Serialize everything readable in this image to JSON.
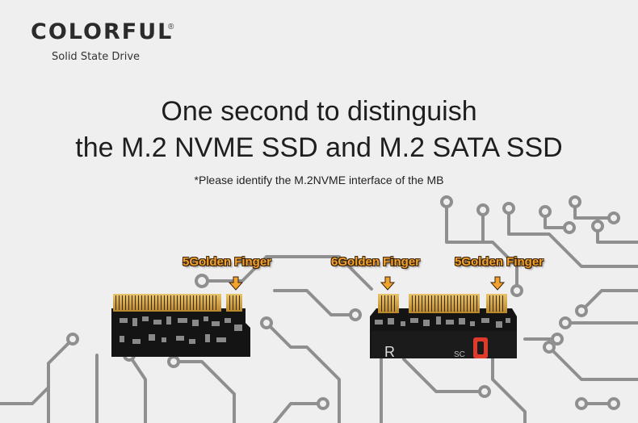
{
  "brand": {
    "name": "COLORFUL",
    "registered": "®",
    "tagline": "Solid State Drive"
  },
  "headline": {
    "line1": "One second to distinguish",
    "line2": "the M.2 NVME SSD and M.2 SATA SSD"
  },
  "note": "*Please identify the M.2NVME interface of the MB",
  "labels": {
    "nvme_left": "5Golden Finger",
    "sata_left": "6Golden Finger",
    "sata_right": "5Golden Finger"
  },
  "card_marks": {
    "nvme_edge": "",
    "sata_letters": "R",
    "sata_small": "SC"
  },
  "colors": {
    "background": "#efefef",
    "trace": "#8a8a8a",
    "label": "#f2a22e",
    "gold": "#d4a43a",
    "pcb": "#111111",
    "accent_red": "#e03b2a"
  }
}
